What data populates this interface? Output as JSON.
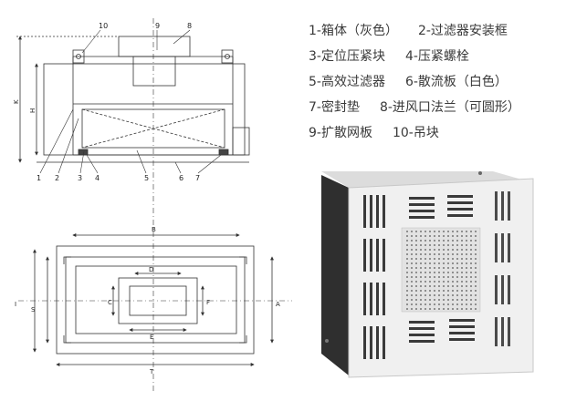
{
  "legend": {
    "row1": [
      "1-箱体（灰色）",
      "2-过滤器安装框"
    ],
    "row2": [
      "3-定位压紧块",
      "4-压紧螺栓"
    ],
    "row3": [
      "5-高效过滤器",
      "6-散流板（白色）"
    ],
    "row4": [
      "7-密封垫",
      "8-进风口法兰（可圆形）"
    ],
    "row5": [
      "9-扩散网板",
      "10-吊块"
    ]
  },
  "front_view": {
    "callouts_top": [
      "10",
      "9",
      "8"
    ],
    "callouts_bottom": [
      "1",
      "2",
      "3",
      "4",
      "5",
      "6",
      "7"
    ],
    "dims": {
      "left_outer": "K",
      "left_inner": "H"
    }
  },
  "top_view": {
    "dims": {
      "top": "B",
      "bottom": "T",
      "inner_top": "D",
      "inner_bottom": "E",
      "left_outer": "I",
      "left_inner": "S",
      "right": "A",
      "inner_left": "C",
      "inner_right": "F"
    }
  },
  "colors": {
    "line": "#333333",
    "text": "#3a3a3a",
    "panel": "#f2f2f2",
    "frame": "#3c3c3c"
  }
}
